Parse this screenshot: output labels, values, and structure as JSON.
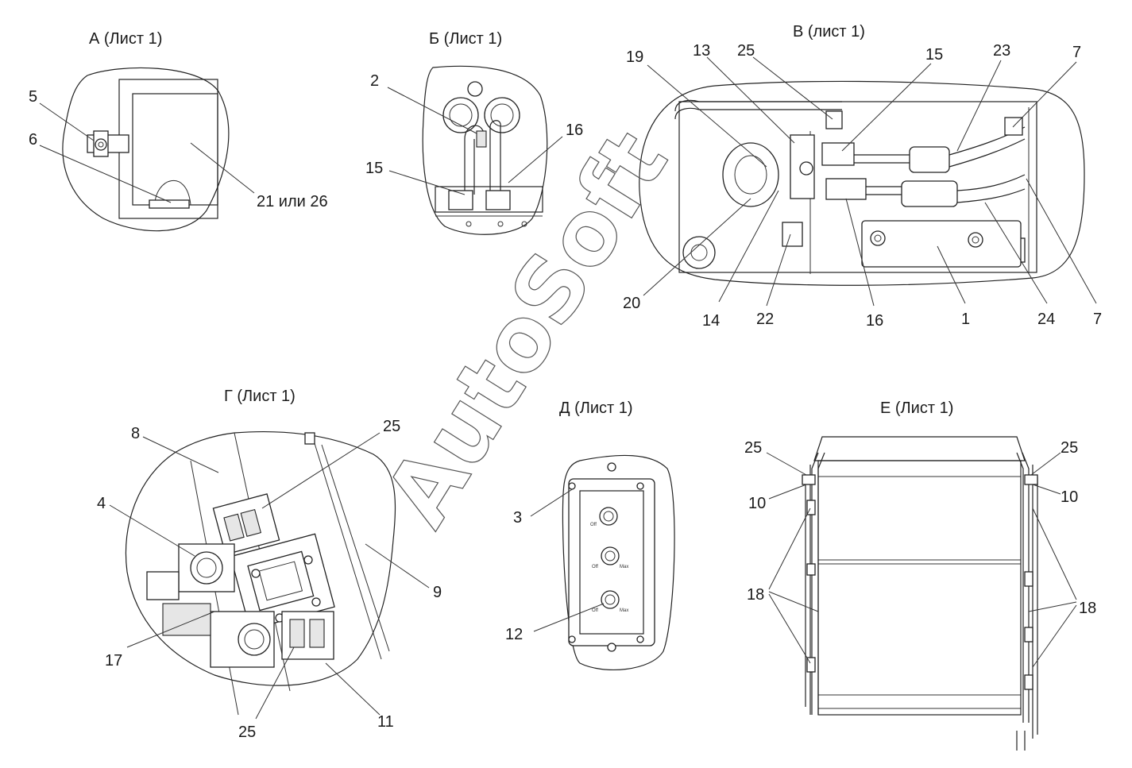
{
  "views": {
    "a": {
      "title": "А (Лист 1)",
      "labels": {
        "l5": "5",
        "l6": "6",
        "l21": "21 или 26"
      }
    },
    "b": {
      "title": "Б (Лист 1)",
      "labels": {
        "l2": "2",
        "l15": "15",
        "l16": "16"
      }
    },
    "v": {
      "title": "В (лист 1)",
      "labels": {
        "l19": "19",
        "l13": "13",
        "l25": "25",
        "l15": "15",
        "l23": "23",
        "l7a": "7",
        "l20": "20",
        "l14": "14",
        "l22": "22",
        "l16": "16",
        "l1": "1",
        "l24": "24",
        "l7b": "7"
      }
    },
    "g": {
      "title": "Г (Лист 1)",
      "labels": {
        "l8": "8",
        "l25a": "25",
        "l4": "4",
        "l9": "9",
        "l17": "17",
        "l25b": "25",
        "l11": "11"
      }
    },
    "d": {
      "title": "Д (Лист 1)",
      "labels": {
        "l3": "3",
        "l12": "12"
      },
      "panel_marks": {
        "off": "Off",
        "max": "Max"
      }
    },
    "e": {
      "title": "Е (Лист 1)",
      "labels": {
        "l25a": "25",
        "l25b": "25",
        "l10a": "10",
        "l10b": "10",
        "l18a": "18",
        "l18b": "18"
      }
    }
  },
  "watermark": "AutoSoft"
}
